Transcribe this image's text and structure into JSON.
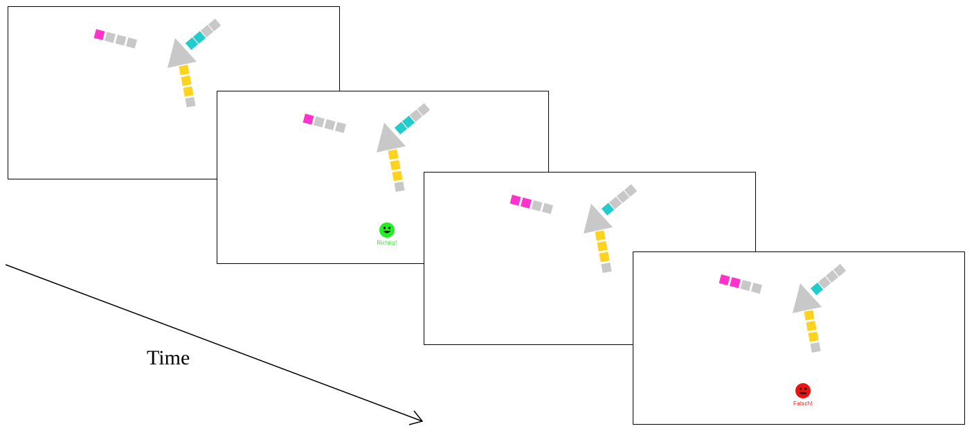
{
  "colors": {
    "gray": "#c8c8c8",
    "magenta": "#ff33cc",
    "cyan": "#22cccc",
    "yellow": "#ffd21e",
    "correct": "#22ee22",
    "wrong": "#ee1111"
  },
  "time_label": "Time",
  "frames": [
    {
      "left_arm": [
        "gray",
        "gray",
        "gray",
        "magenta"
      ],
      "right_arm": [
        "cyan",
        "cyan",
        "gray",
        "gray"
      ],
      "down_arm": [
        "yellow",
        "yellow",
        "yellow",
        "gray"
      ],
      "feedback": null
    },
    {
      "left_arm": [
        "gray",
        "gray",
        "gray",
        "magenta"
      ],
      "right_arm": [
        "cyan",
        "cyan",
        "gray",
        "gray"
      ],
      "down_arm": [
        "yellow",
        "yellow",
        "yellow",
        "gray"
      ],
      "feedback": {
        "type": "correct",
        "icon": "happy-face-icon",
        "label": "Richtig!"
      }
    },
    {
      "left_arm": [
        "gray",
        "gray",
        "magenta",
        "magenta"
      ],
      "right_arm": [
        "cyan",
        "gray",
        "gray",
        "gray"
      ],
      "down_arm": [
        "yellow",
        "yellow",
        "yellow",
        "gray"
      ],
      "feedback": null
    },
    {
      "left_arm": [
        "gray",
        "gray",
        "magenta",
        "magenta"
      ],
      "right_arm": [
        "cyan",
        "gray",
        "gray",
        "gray"
      ],
      "down_arm": [
        "yellow",
        "yellow",
        "yellow",
        "gray"
      ],
      "feedback": {
        "type": "wrong",
        "icon": "sad-face-icon",
        "label": "Falsch!"
      }
    }
  ]
}
